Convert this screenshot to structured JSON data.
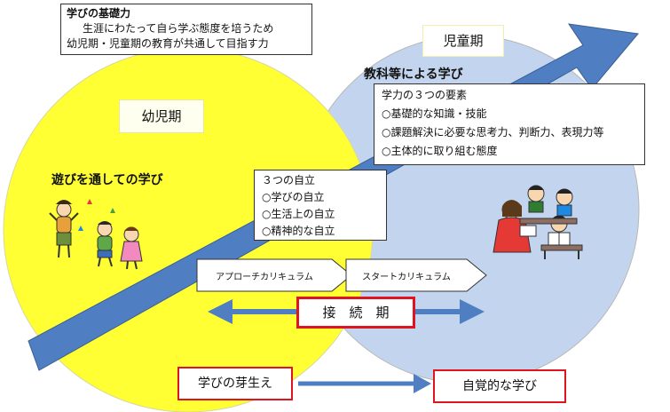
{
  "foundation": {
    "title": "学びの基礎力",
    "line1": "生涯にわたって自ら学ぶ態度を培うため",
    "line2": "幼児期・児童期の教育が共通して目指す力"
  },
  "jidoki": {
    "label": "児童期",
    "subject_heading": "教科等による学び",
    "elements": {
      "title": "学力の３つの要素",
      "items": [
        "○基礎的な知識・技能",
        "○課題解決に必要な思考力、判断力、表現力等",
        "○主体的に取り組む態度"
      ]
    }
  },
  "yojiki": {
    "label": "幼児期",
    "play_heading": "遊びを通しての学び"
  },
  "independence": {
    "title": "３つの自立",
    "items": [
      "○学びの自立",
      "○生活上の自立",
      "○精神的な自立"
    ]
  },
  "curriculum": {
    "approach": "アプローチカリキュラム",
    "start": "スタートカリキュラム"
  },
  "connection": "接　続　期",
  "growth": {
    "from": "学びの芽生え",
    "to": "自覚的な学び"
  },
  "colors": {
    "yojiki_circle": "#ffff33",
    "jidoki_circle": "#c3d5ee",
    "arrow": "#4f7fc2",
    "border_red": "#e0141e"
  }
}
